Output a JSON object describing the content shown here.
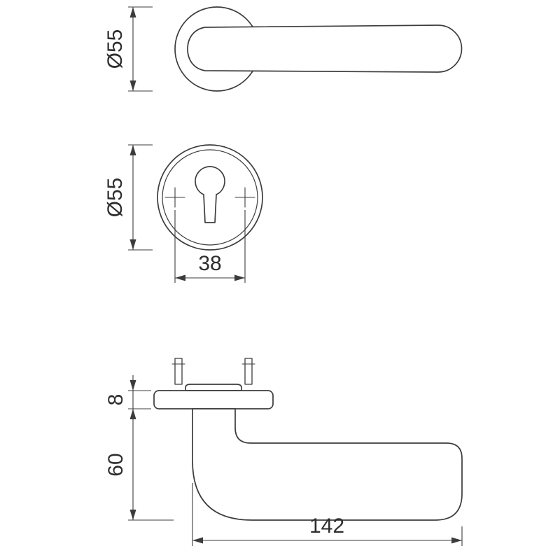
{
  "views": {
    "lever_front": {
      "diameter_label": "Ø55"
    },
    "rose_front": {
      "diameter_label": "Ø55",
      "screw_spacing_label": "38"
    },
    "lever_side": {
      "plate_thickness_label": "8",
      "projection_label": "60",
      "length_label": "142"
    }
  },
  "colors": {
    "line": "#3c3c3c",
    "background": "#ffffff"
  }
}
